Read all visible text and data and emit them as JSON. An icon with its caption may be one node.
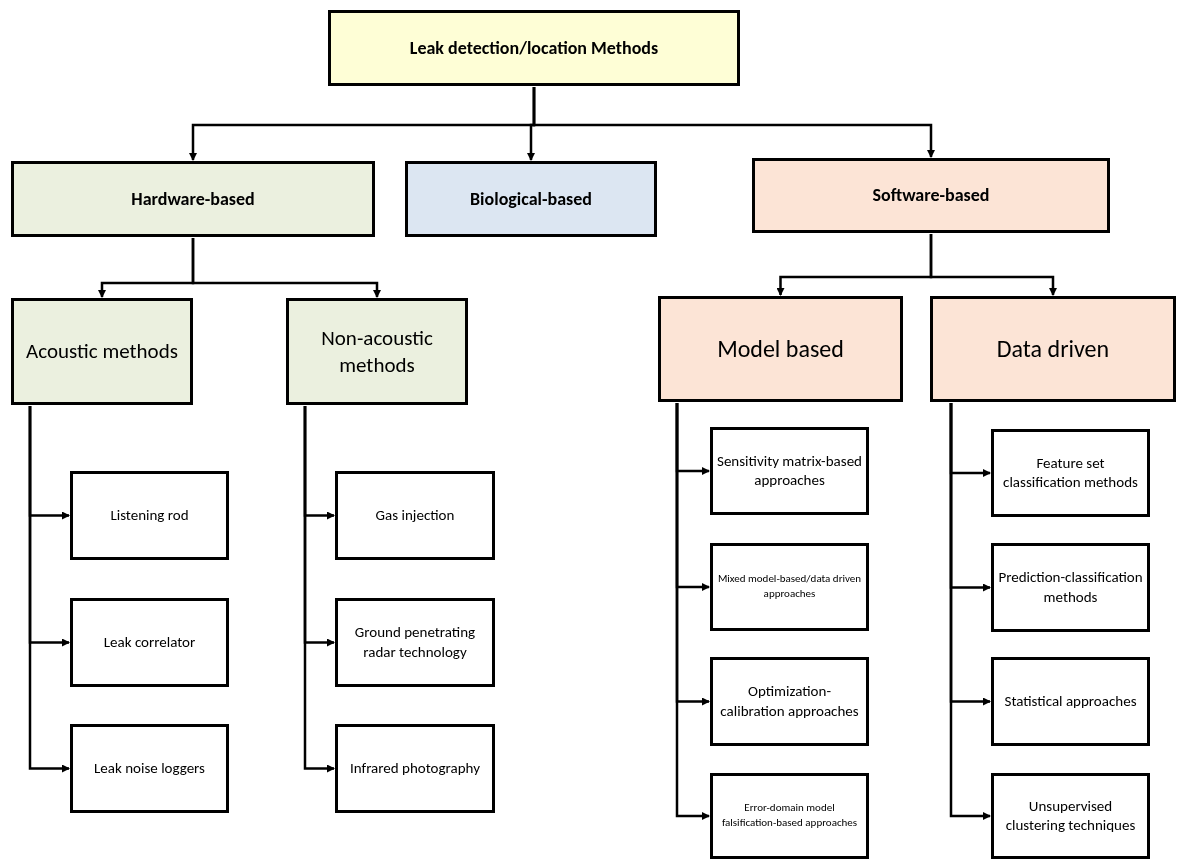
{
  "diagram": {
    "nodes": [
      {
        "text": [
          "Leak detection/location Methods"
        ]
      },
      {
        "text": [
          "Hardware-based"
        ]
      },
      {
        "text": [
          "Biological-based"
        ]
      },
      {
        "text": [
          "Software-based"
        ]
      },
      {
        "text": [
          "Acoustic methods"
        ]
      },
      {
        "text": [
          "Non-acoustic methods"
        ]
      },
      {
        "text": [
          "Model based"
        ]
      },
      {
        "text": [
          "Data driven"
        ]
      },
      {
        "text": [
          "Listening rod"
        ]
      },
      {
        "text": [
          "Leak correlator"
        ]
      },
      {
        "text": [
          "Leak noise loggers"
        ]
      },
      {
        "text": [
          "Gas injection"
        ]
      },
      {
        "text": [
          "Ground penetrating radar technology"
        ]
      },
      {
        "text": [
          "Infrared photography"
        ]
      },
      {
        "text": [
          "Sensitivity matrix-based approaches"
        ]
      },
      {
        "text": [
          "Mixed model-based/data driven approaches"
        ]
      },
      {
        "text": [
          "Optimization-calibration approaches"
        ]
      },
      {
        "text": [
          "Error-domain model falsification-based approaches"
        ]
      },
      {
        "text": [
          "Feature set classification methods"
        ]
      },
      {
        "text": [
          "Prediction-classification methods"
        ]
      },
      {
        "text": [
          "Statistical approaches"
        ]
      },
      {
        "text": [
          "Unsupervised clustering techniques"
        ]
      }
    ],
    "edges": [
      {
        "from": 0,
        "to": 1,
        "arrow": "to"
      },
      {
        "from": 0,
        "to": 2,
        "arrow": "to"
      },
      {
        "from": 0,
        "to": 3,
        "arrow": "to"
      },
      {
        "from": 1,
        "to": 4,
        "arrow": "to"
      },
      {
        "from": 1,
        "to": 5,
        "arrow": "to"
      },
      {
        "from": 3,
        "to": 6,
        "arrow": "to"
      },
      {
        "from": 3,
        "to": 7,
        "arrow": "to"
      },
      {
        "from": 4,
        "to": 8,
        "arrow": "to"
      },
      {
        "from": 4,
        "to": 9,
        "arrow": "to"
      },
      {
        "from": 4,
        "to": 10,
        "arrow": "to"
      },
      {
        "from": 5,
        "to": 11,
        "arrow": "to"
      },
      {
        "from": 5,
        "to": 12,
        "arrow": "to"
      },
      {
        "from": 5,
        "to": 13,
        "arrow": "to"
      },
      {
        "from": 6,
        "to": 14,
        "arrow": "to"
      },
      {
        "from": 6,
        "to": 15,
        "arrow": "to"
      },
      {
        "from": 6,
        "to": 16,
        "arrow": "to"
      },
      {
        "from": 6,
        "to": 17,
        "arrow": "to"
      },
      {
        "from": 7,
        "to": 18,
        "arrow": "to"
      },
      {
        "from": 7,
        "to": 19,
        "arrow": "to"
      },
      {
        "from": 7,
        "to": 20,
        "arrow": "to"
      },
      {
        "from": 7,
        "to": 21,
        "arrow": "to"
      }
    ]
  }
}
